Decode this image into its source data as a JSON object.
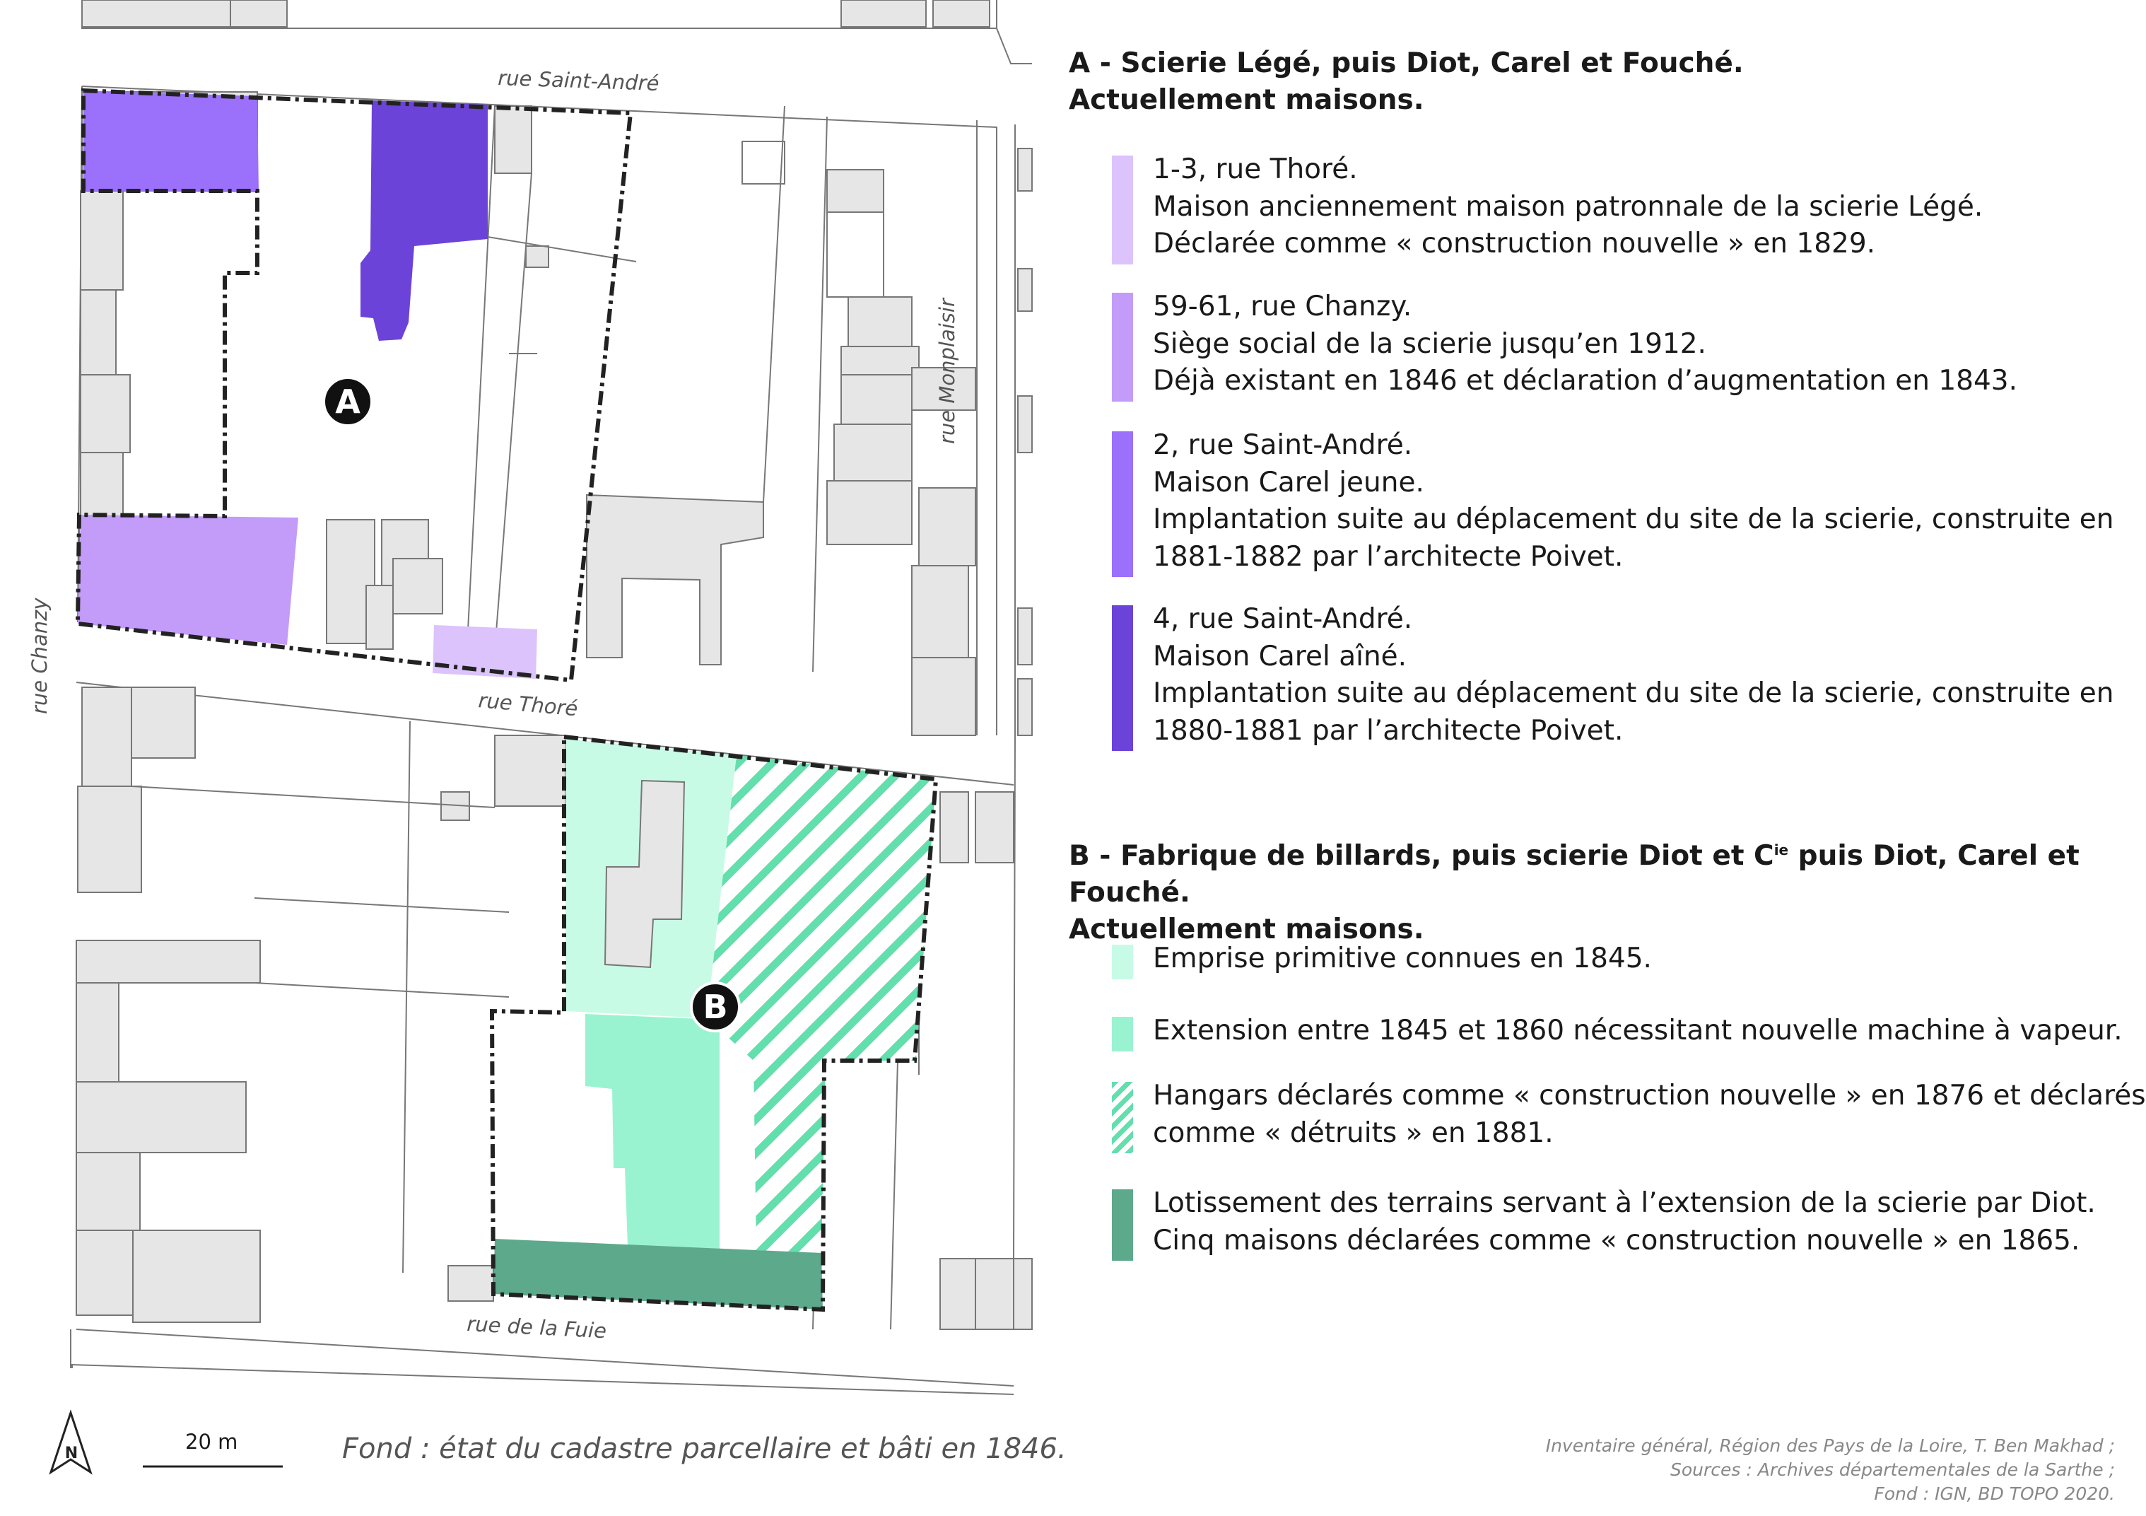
{
  "map": {
    "streets": {
      "saint_andre": "rue Saint-André",
      "chanzy": "rue Chanzy",
      "thore": "rue Thoré",
      "monplaisir": "rue Monplaisir",
      "fuie": "rue de la Fuie"
    },
    "markers": {
      "a": "A",
      "b": "B"
    },
    "north_label": "N",
    "scale_label": "20 m",
    "fond": "Fond : état du cadastre parcellaire et bâti en 1846."
  },
  "colors": {
    "lavender_light": "#dcc3fb",
    "lavender": "#c39bf9",
    "violet": "#9b70fa",
    "indigo": "#6b43d9",
    "mint_light": "#c8fbe6",
    "mint": "#9af3d0",
    "hatch": "#62dfad",
    "teal": "#5da98b",
    "building": "#e6e6e6",
    "outline": "#222222"
  },
  "legend": {
    "section_a": {
      "title_line1": "A - Scierie Légé, puis Diot, Carel et Fouché.",
      "title_line2": "Actuellement maisons.",
      "items": [
        {
          "color": "lavender_light",
          "lines": [
            "1-3, rue Thoré.",
            "Maison anciennement maison patronnale de la scierie Légé.",
            "Déclarée comme « construction nouvelle » en 1829."
          ]
        },
        {
          "color": "lavender",
          "lines": [
            "59-61, rue Chanzy.",
            "Siège social de la scierie jusqu’en 1912.",
            "Déjà existant en 1846 et déclaration d’augmentation en 1843."
          ]
        },
        {
          "color": "violet",
          "lines": [
            "2, rue Saint-André.",
            "Maison Carel jeune.",
            "Implantation suite au déplacement du site de la scierie, construite en",
            "1881-1882 par l’architecte Poivet."
          ]
        },
        {
          "color": "indigo",
          "lines": [
            "4, rue Saint-André.",
            "Maison Carel aîné.",
            "Implantation suite au déplacement du site de la scierie, construite en",
            "1880-1881 par l’architecte Poivet."
          ]
        }
      ]
    },
    "section_b": {
      "title_line1_pre": "B - Fabrique de billards, puis scierie Diot et C",
      "title_line1_sup": "ie",
      "title_line1_post": " puis Diot, Carel et Fouché.",
      "title_line2": "Actuellement maisons.",
      "items": [
        {
          "color": "mint_light",
          "lines": [
            "Emprise primitive connues en 1845."
          ]
        },
        {
          "color": "mint",
          "lines": [
            "Extension entre 1845 et 1860 nécessitant nouvelle machine à vapeur."
          ]
        },
        {
          "color": "hatch",
          "lines": [
            "Hangars déclarés comme « construction nouvelle » en 1876 et déclarés",
            "comme « détruits » en 1881."
          ]
        },
        {
          "color": "teal",
          "lines": [
            "Lotissement des terrains servant à l’extension de la scierie par Diot.",
            "Cinq maisons déclarées comme « construction nouvelle » en 1865."
          ]
        }
      ]
    }
  },
  "credits": [
    "Inventaire général, Région des Pays de la Loire, T. Ben Makhad ;",
    "Sources : Archives départementales de la Sarthe ;",
    "Fond : IGN, BD TOPO 2020."
  ]
}
